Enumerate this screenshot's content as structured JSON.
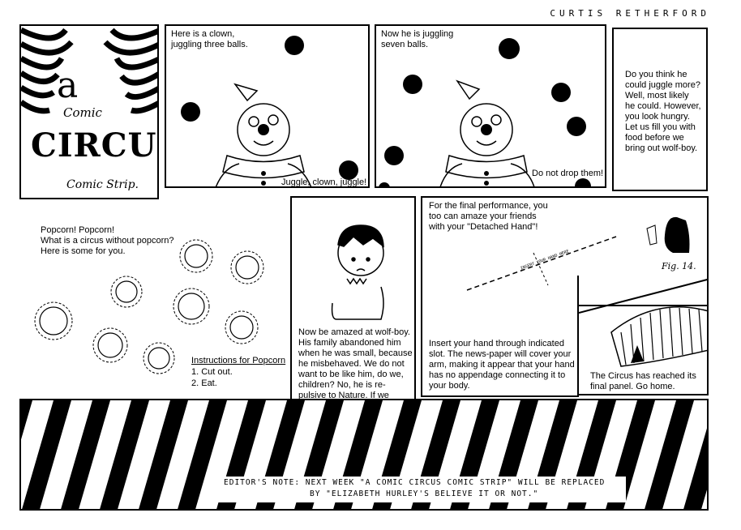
{
  "author": "CURTIS RETHERFORD",
  "title_panel": {
    "a": "a",
    "comic": "Comic",
    "circus": "CIRCUS",
    "strip": "Comic Strip."
  },
  "panel_clown3": {
    "caption": "Here is a clown,\njuggling three balls.",
    "bottom": "Juggle, clown, juggle!"
  },
  "panel_clown7": {
    "caption": "Now he is juggling\nseven balls.",
    "bottom": "Do not drop them!"
  },
  "panel_food": {
    "text": "Do you think he\ncould juggle more?\nWell, most likely\nhe could.  However,\nyou look hungry.\nLet us fill you with\nfood before we\nbring out wolf-boy."
  },
  "popcorn": {
    "intro": "Popcorn!  Popcorn!\nWhat is a circus without popcorn?\nHere is some for you.",
    "instructions_title": "Instructions for Popcorn",
    "step1": "1. Cut out.",
    "step2": "2. Eat."
  },
  "panel_wolfboy": {
    "text": "Now be amazed at wolf-boy.\nHis family abandoned him\nwhen he was small, because\nhe misbehaved.  We do not\nwant to be like him, do we,\nchildren?  No, he is re-\npulsive to Nature.  If we\nhave popcorn, let us throw\nit at him."
  },
  "panel_hand": {
    "top": "For the final performance, you\ntoo can amaze your friends\nwith your \"Detached Hand\"!",
    "slot_label": "INSERT YOUR HAND HERE",
    "fig": "Fig. 14.",
    "bottom": "Insert your hand through indicated\nslot.  The news-paper will cover your\narm, making it appear that your hand\nhas no appendage connecting it to\nyour body."
  },
  "panel_tent": {
    "text": "The Circus has reached its\nfinal panel.  Go home."
  },
  "editor_note": {
    "line1": "EDITOR'S NOTE: NEXT WEEK \"A COMIC CIRCUS COMIC STRIP\" WILL BE REPLACED",
    "line2": "BY \"ELIZABETH HURLEY'S BELIEVE IT OR NOT.\""
  }
}
